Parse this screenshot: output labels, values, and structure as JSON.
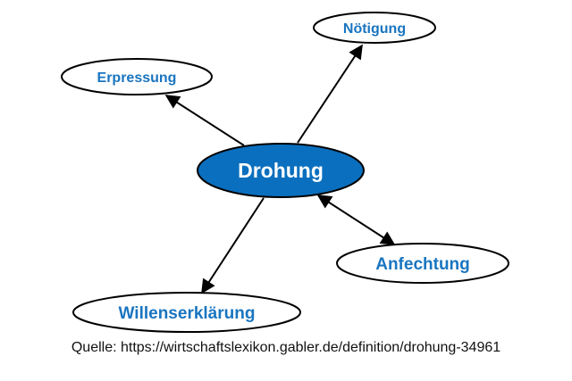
{
  "diagram": {
    "center_label": "Drohung",
    "nodes": {
      "noetigung": "Nötigung",
      "erpressung": "Erpressung",
      "anfechtung": "Anfechtung",
      "willenserklaerung": "Willenserklärung"
    },
    "colors": {
      "center_fill": "#0a6fbe",
      "center_text": "#ffffff",
      "node_text": "#1a75c0",
      "outline": "#000000"
    }
  },
  "source": {
    "text": "Quelle: https://wirtschaftslexikon.gabler.de/definition/drohung-34961"
  }
}
